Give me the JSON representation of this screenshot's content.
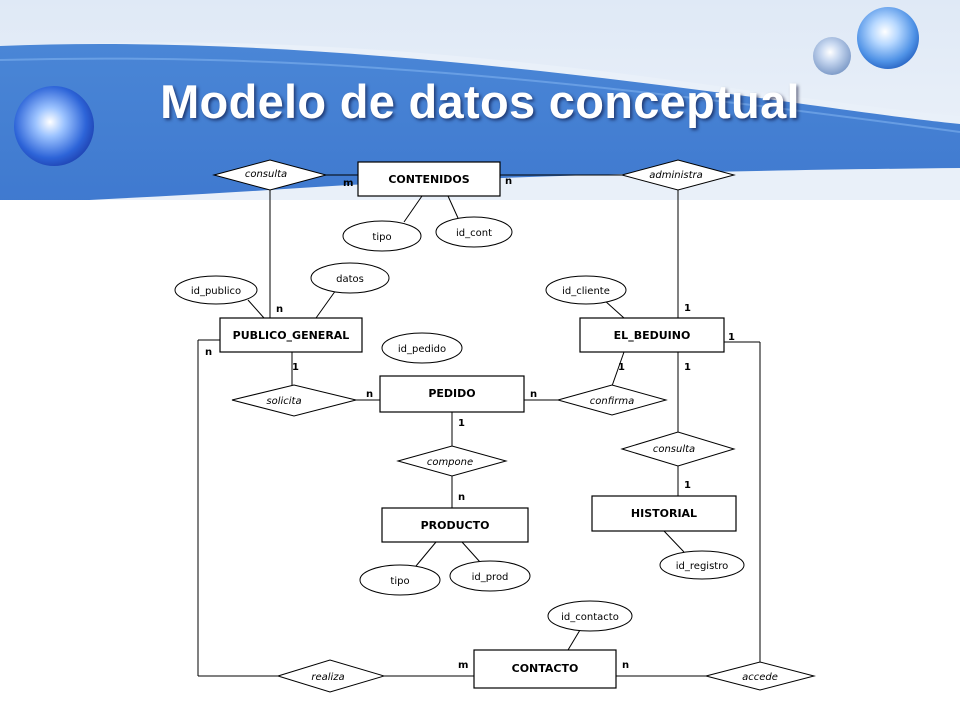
{
  "slide": {
    "title": "Modelo de datos conceptual"
  },
  "diagram": {
    "entities": {
      "contenidos": "CONTENIDOS",
      "publico_general": "PUBLICO_GENERAL",
      "el_beduino": "EL_BEDUINO",
      "pedido": "PEDIDO",
      "producto": "PRODUCTO",
      "historial": "HISTORIAL",
      "contacto": "CONTACTO"
    },
    "relationships": {
      "consulta_top": "consulta",
      "administra": "administra",
      "solicita": "solicita",
      "confirma": "confirma",
      "compone": "compone",
      "consulta_right": "consulta",
      "realiza": "realiza",
      "accede": "accede"
    },
    "attributes": {
      "tipo_contenidos": "tipo",
      "id_cont": "id_cont",
      "datos": "datos",
      "id_publico": "id_publico",
      "id_cliente": "id_cliente",
      "id_pedido": "id_pedido",
      "tipo_producto": "tipo",
      "id_prod": "id_prod",
      "id_registro": "id_registro",
      "id_contacto": "id_contacto"
    },
    "cardinalities": {
      "contenidos_consulta": "m",
      "contenidos_administra": "n",
      "publico_consulta": "n",
      "beduino_administra": "1",
      "publico_realiza": "n",
      "publico_solicita": "1",
      "pedido_solicita": "n",
      "pedido_confirma": "n",
      "beduino_confirma": "1",
      "beduino_consulta": "1",
      "beduino_accede": "1",
      "pedido_compone": "1",
      "producto_compone": "n",
      "historial_consulta": "1",
      "contacto_realiza": "m",
      "contacto_accede": "n"
    }
  }
}
